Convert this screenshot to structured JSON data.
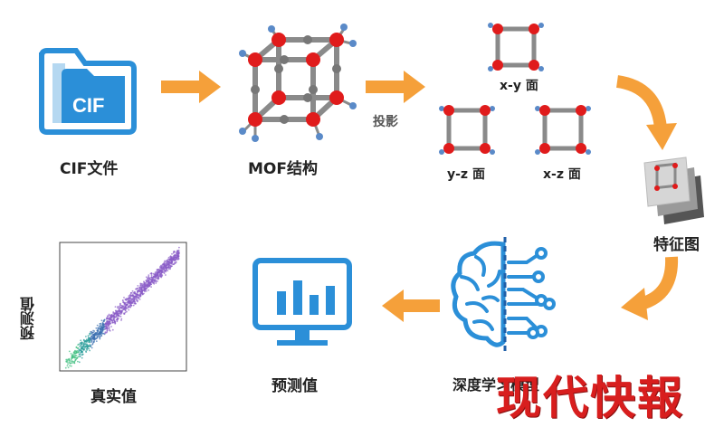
{
  "labels": {
    "cif_file": "CIF文件",
    "mof_structure": "MOF结构",
    "projection": "投影",
    "xy_plane": "x-y 面",
    "yz_plane": "y-z 面",
    "xz_plane": "x-z 面",
    "feature_map": "特征图",
    "deep_learning_model": "深度学习模型",
    "predicted_value": "预测值",
    "scatter_ylabel": "预测值",
    "scatter_xlabel": "真实值",
    "cif_icon_text": "CIF"
  },
  "watermark": "现代快報",
  "colors": {
    "arrow": "#f5a03a",
    "icon_blue": "#2b8fd8",
    "atom_red": "#e01b1b",
    "atom_blue": "#5a8ac8",
    "bond_gray": "#8a8a8a",
    "watermark": "#d81e1e"
  }
}
